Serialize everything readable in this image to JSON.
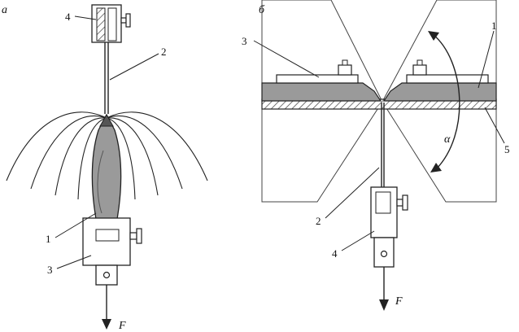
{
  "panel_a": {
    "letter": "а",
    "num_1": "1",
    "num_2": "2",
    "num_3": "3",
    "num_4": "4",
    "force": "F"
  },
  "panel_b": {
    "letter": "б",
    "num_1": "1",
    "num_2": "2",
    "num_3": "3",
    "num_4": "4",
    "num_5": "5",
    "angle": "α",
    "force": "F"
  },
  "colors": {
    "line": "#222222",
    "fill_gray": "#9a9a9a",
    "fill_light": "#cfcfcf",
    "hatch": "#444444"
  }
}
